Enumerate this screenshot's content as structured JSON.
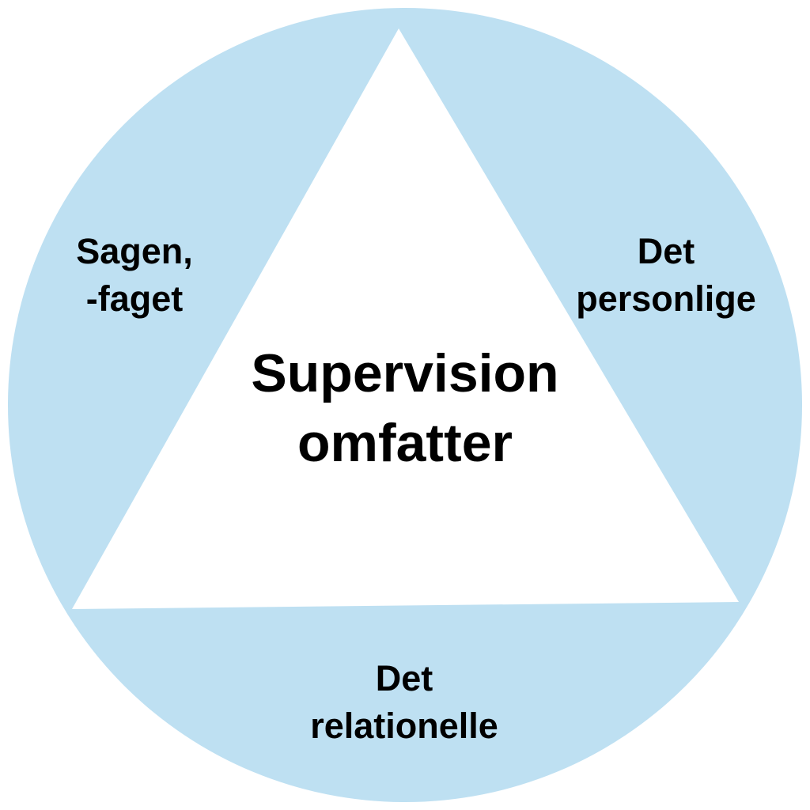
{
  "diagram": {
    "center": {
      "line1": "Supervision",
      "line2": "omfatter"
    },
    "left": {
      "line1": "Sagen,",
      "line2": "-faget"
    },
    "right": {
      "line1": "Det",
      "line2": "personlige"
    },
    "bottom": {
      "line1": "Det",
      "line2": "relationelle"
    }
  },
  "colors": {
    "circle_fill": "#bee0f2",
    "triangle_fill": "#ffffff",
    "text": "#000000"
  }
}
